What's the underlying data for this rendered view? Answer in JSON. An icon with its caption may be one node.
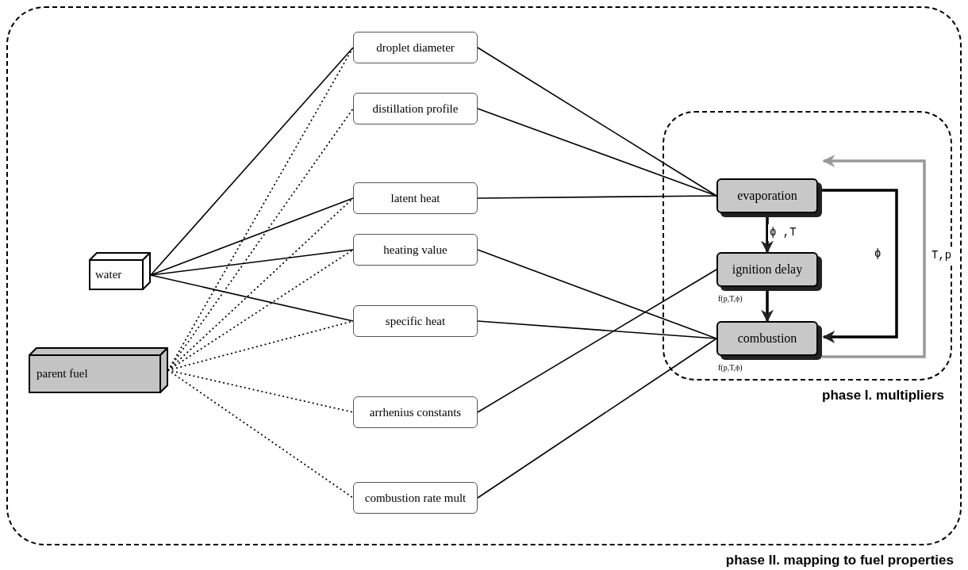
{
  "diagram": {
    "nodes": [
      {
        "text": [
          "phase II. mapping to fuel properties"
        ]
      },
      {
        "text": [
          "water"
        ],
        "in": 0
      },
      {
        "text": [
          "parent fuel"
        ],
        "in": 0
      },
      {
        "text": [
          "droplet diameter"
        ],
        "in": 0
      },
      {
        "text": [
          "distillation profile"
        ],
        "in": 0
      },
      {
        "text": [
          "latent heat"
        ],
        "in": 0
      },
      {
        "text": [
          "heating value"
        ],
        "in": 0
      },
      {
        "text": [
          "specific heat"
        ],
        "in": 0
      },
      {
        "text": [
          "arrhenius constants"
        ],
        "in": 0
      },
      {
        "text": [
          "combustion rate mult"
        ],
        "in": 0
      },
      {
        "text": [
          "phase I. multipliers"
        ],
        "in": 0
      },
      {
        "text": [
          "evaporation"
        ],
        "in": 10
      },
      {
        "text": [
          "ignition delay"
        ],
        "in": 10,
        "beside": [
          "f(p,T,ϕ)"
        ]
      },
      {
        "text": [
          "combustion"
        ],
        "in": 10,
        "beside": [
          "f(p,T,ϕ)"
        ]
      }
    ],
    "edges": [
      {
        "from": 1,
        "to": 3,
        "arrow": "none"
      },
      {
        "from": 1,
        "to": 5,
        "arrow": "none"
      },
      {
        "from": 1,
        "to": 6,
        "arrow": "none"
      },
      {
        "from": 1,
        "to": 7,
        "arrow": "none"
      },
      {
        "from": 2,
        "to": 3,
        "arrow": "none",
        "style": "dashed"
      },
      {
        "from": 2,
        "to": 4,
        "arrow": "none",
        "style": "dashed"
      },
      {
        "from": 2,
        "to": 5,
        "arrow": "none",
        "style": "dashed"
      },
      {
        "from": 2,
        "to": 6,
        "arrow": "none",
        "style": "dashed"
      },
      {
        "from": 2,
        "to": 7,
        "arrow": "none",
        "style": "dashed"
      },
      {
        "from": 2,
        "to": 8,
        "arrow": "none",
        "style": "dashed"
      },
      {
        "from": 2,
        "to": 9,
        "arrow": "none",
        "style": "dashed"
      },
      {
        "from": 3,
        "to": 11,
        "arrow": "none"
      },
      {
        "from": 4,
        "to": 11,
        "arrow": "none"
      },
      {
        "from": 5,
        "to": 11,
        "arrow": "none"
      },
      {
        "from": 6,
        "to": 13,
        "arrow": "none"
      },
      {
        "from": 7,
        "to": 13,
        "arrow": "none"
      },
      {
        "from": 8,
        "to": 12,
        "arrow": "none"
      },
      {
        "from": 9,
        "to": 13,
        "arrow": "none"
      },
      {
        "from": 11,
        "to": 12,
        "arrow": "to",
        "style": "thick",
        "label": "ϕ ,T"
      },
      {
        "from": 12,
        "to": 13,
        "arrow": "to",
        "style": "thick"
      },
      {
        "from": 11,
        "to": 13,
        "arrow": "to",
        "style": "thick",
        "label": "ϕ"
      },
      {
        "from": 13,
        "to": 11,
        "arrow": "to",
        "style": "thick",
        "color": "#999999",
        "label": "T,p"
      }
    ]
  }
}
